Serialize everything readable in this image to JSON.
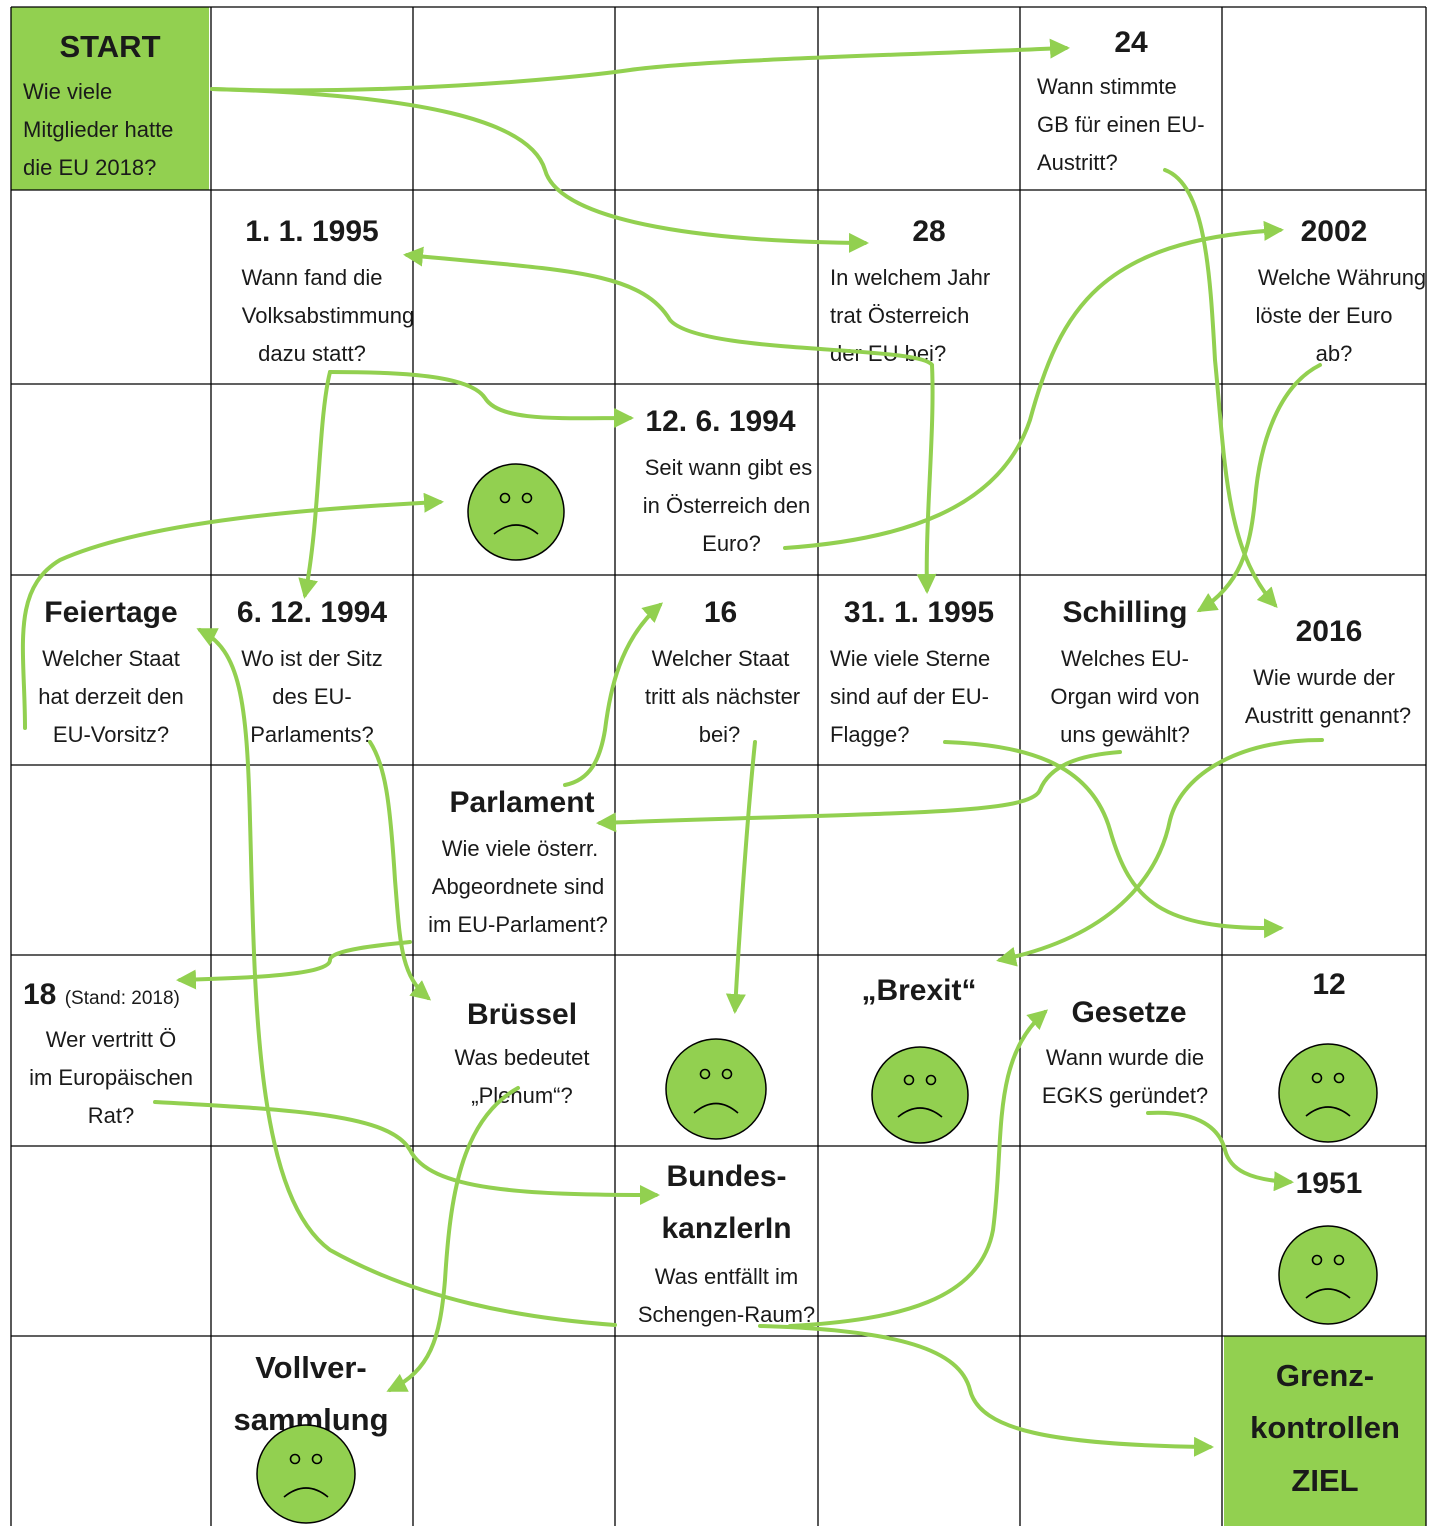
{
  "colors": {
    "accent": "#92d050",
    "grid": "#000000"
  },
  "cells": {
    "start": {
      "answer": "START",
      "question": [
        "Wie viele",
        "Mitglieder hatte",
        "die EU 2018?"
      ]
    },
    "c24": {
      "answer": "24",
      "question": [
        "Wann stimmte",
        "GB für einen EU-",
        "Austritt?"
      ]
    },
    "c1995a": {
      "answer": "1. 1. 1995",
      "question": [
        "Wann fand die",
        "Volksabstimmung",
        "dazu statt?"
      ]
    },
    "c28": {
      "answer": "28",
      "question": [
        "In welchem Jahr",
        "trat Österreich",
        "der EU bei?"
      ]
    },
    "c2002": {
      "answer": "2002",
      "question": [
        "Welche Währung",
        "löste der Euro",
        "ab?"
      ]
    },
    "c1994a": {
      "answer": "12. 6. 1994",
      "question": [
        "Seit wann gibt es",
        "in Österreich den",
        "Euro?"
      ]
    },
    "feiertage": {
      "answer": "Feiertage",
      "question": [
        "Welcher Staat",
        "hat derzeit den",
        "EU-Vorsitz?"
      ]
    },
    "c1994b": {
      "answer": "6. 12. 1994",
      "question": [
        "Wo ist der Sitz",
        "des EU-",
        "Parlaments?"
      ]
    },
    "c16": {
      "answer": "16",
      "question": [
        "Welcher Staat",
        "tritt als nächster",
        "bei?"
      ]
    },
    "c1995b": {
      "answer": "31. 1. 1995",
      "question": [
        "Wie viele Sterne",
        "sind auf der EU-",
        "Flagge?"
      ]
    },
    "schilling": {
      "answer": "Schilling",
      "question": [
        "Welches EU-",
        "Organ wird von",
        "uns gewählt?"
      ]
    },
    "c2016": {
      "answer": "2016",
      "question": [
        "Wie wurde der",
        "Austritt genannt?"
      ]
    },
    "parlament": {
      "answer": "Parlament",
      "question": [
        "Wie viele österr.",
        "Abgeordnete sind",
        "im EU-Parlament?"
      ]
    },
    "c18": {
      "answer": "18",
      "note": "(Stand: 2018)",
      "question": [
        "Wer vertritt Ö",
        "im Europäischen",
        "Rat?"
      ]
    },
    "bruessel": {
      "answer": "Brüssel",
      "question": [
        "Was bedeutet",
        "„Plenum“?"
      ]
    },
    "brexit": {
      "answer": "„Brexit“"
    },
    "gesetze": {
      "answer": "Gesetze",
      "question": [
        "Wann wurde die",
        "EGKS geründet?"
      ]
    },
    "c12": {
      "answer": "12"
    },
    "bundeskanzler": {
      "answer": [
        "Bundes-",
        "kanzlerIn"
      ],
      "question": [
        "Was entfällt im",
        "Schengen-Raum?"
      ]
    },
    "c1951": {
      "answer": "1951"
    },
    "vollversammlung": {
      "answer": [
        "Vollver-",
        "sammlung"
      ]
    },
    "ziel": {
      "answer": [
        "Grenz-",
        "kontrollen",
        "ZIEL"
      ]
    }
  }
}
